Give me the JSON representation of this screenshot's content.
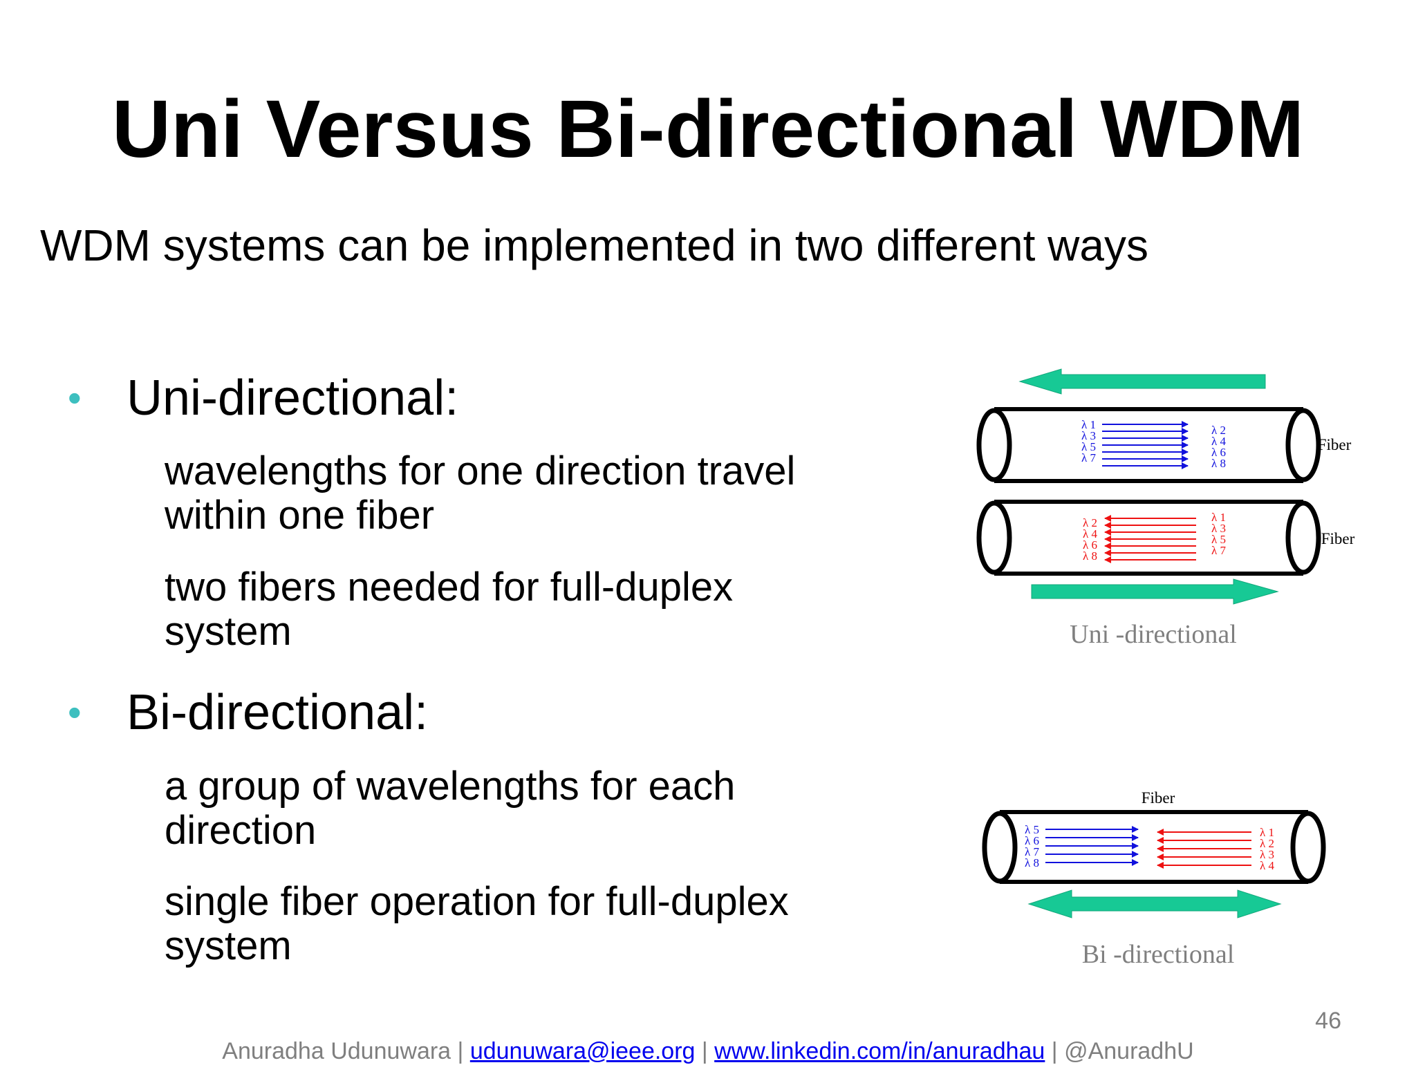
{
  "slide": {
    "title": "Uni Versus Bi-directional WDM",
    "intro": "WDM systems can be implemented in two different ways",
    "bullets": [
      {
        "heading": "Uni-directional:",
        "points": [
          "wavelengths for one direction travel within one fiber",
          "two fibers needed for full-duplex system"
        ]
      },
      {
        "heading": "Bi-directional:",
        "points": [
          "a group of wavelengths for each direction",
          "single fiber operation for full-duplex system"
        ]
      }
    ],
    "page_number": "46"
  },
  "diagrams": {
    "uni": {
      "caption": "Uni -directional",
      "fiber1_label": "Fiber",
      "fiber2_label": "Fiber",
      "fiber1_left": [
        "λ 1",
        "λ 3",
        "λ 5",
        "λ 7"
      ],
      "fiber1_right": [
        "λ 2",
        "λ 4",
        "λ 6",
        "λ 8"
      ],
      "fiber2_left": [
        "λ 2",
        "λ 4",
        "λ 6",
        "λ 8"
      ],
      "fiber2_right": [
        "λ 1",
        "λ 3",
        "λ 5",
        "λ 7"
      ]
    },
    "bi": {
      "caption": "Bi -directional",
      "fiber_label": "Fiber",
      "left": [
        "λ 5",
        "λ 6",
        "λ 7",
        "λ 8"
      ],
      "right": [
        "λ 1",
        "λ 2",
        "λ 3",
        "λ 4"
      ]
    },
    "colors": {
      "arrow": "#17c995",
      "blue": "#1111dd",
      "red": "#ee1111",
      "caption": "#7f7f7f"
    }
  },
  "footer": {
    "author": "Anuradha Udunuwara | ",
    "email": "udunuwara@ieee.org",
    "sep1": " | ",
    "linkedin": "www.linkedin.com/in/anuradhau",
    "sep2": " | @AnuradhU"
  }
}
